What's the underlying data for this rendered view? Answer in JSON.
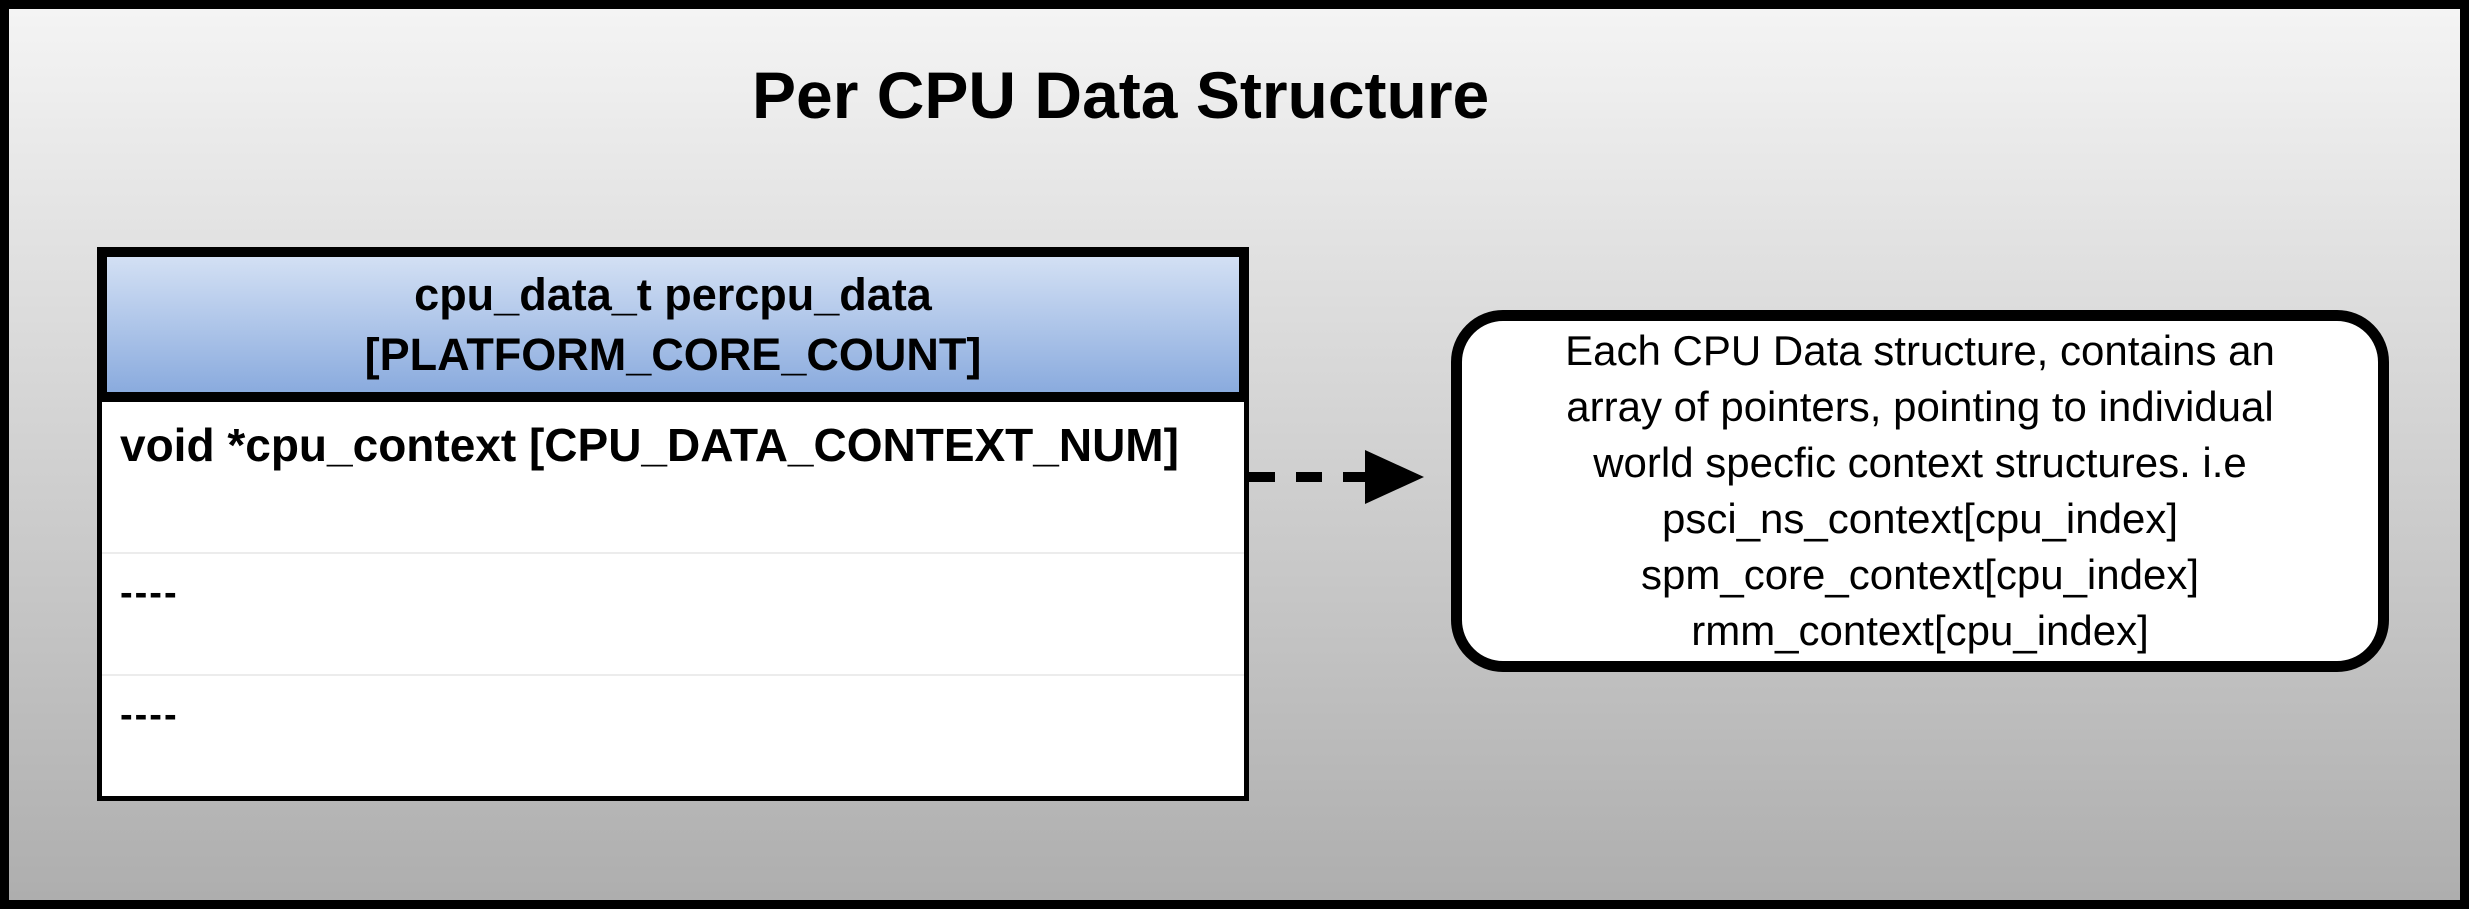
{
  "title": "Per CPU Data Structure",
  "struct_table": {
    "header": {
      "line1": "cpu_data_t percpu_data",
      "line2": "[PLATFORM_CORE_COUNT]"
    },
    "rows": [
      {
        "text": "void *cpu_context [CPU_DATA_CONTEXT_NUM]"
      },
      {
        "text": "----"
      },
      {
        "text": "----"
      }
    ]
  },
  "arrow": {
    "icon": "dashed-right-arrow"
  },
  "callout": {
    "lines": [
      "Each CPU Data structure, contains an",
      "array of pointers, pointing to individual",
      "world specfic context structures. i.e",
      "psci_ns_context[cpu_index]",
      "spm_core_context[cpu_index]",
      "rmm_context[cpu_index]"
    ]
  },
  "colors": {
    "frame_border": "#000000",
    "box_border": "#000000",
    "background_top": "#f4f4f4",
    "background_bottom": "#aeaeae",
    "header_gradient_top": "#d3e0f4",
    "header_gradient_bottom": "#8aabde"
  }
}
